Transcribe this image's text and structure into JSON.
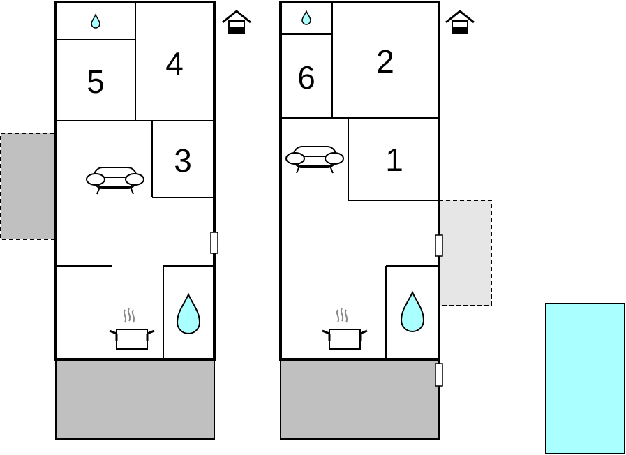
{
  "floorplan": {
    "rooms": [
      {
        "id": "room-5",
        "label": "5"
      },
      {
        "id": "room-4",
        "label": "4"
      },
      {
        "id": "room-3",
        "label": "3"
      },
      {
        "id": "room-6",
        "label": "6"
      },
      {
        "id": "room-2",
        "label": "2"
      },
      {
        "id": "room-1",
        "label": "1"
      }
    ],
    "icons": [
      "water-drop-icon",
      "sofa-icon",
      "cooking-pot-icon",
      "house-icon"
    ],
    "colors": {
      "wall": "#000000",
      "terrace": "#c0c0c0",
      "terrace_light": "#e6e6e6",
      "water": "#aaffff",
      "pool": "#aaffff"
    }
  }
}
